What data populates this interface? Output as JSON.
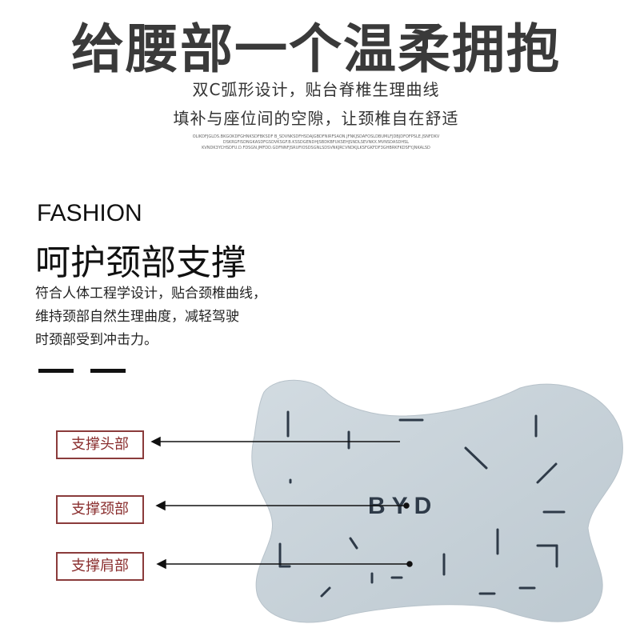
{
  "header": {
    "headline": "给腰部一个温柔拥抱",
    "subline_1": "双C弧形设计，贴台脊椎生理曲线",
    "subline_2": "填补与座位间的空隙，让颈椎自在舒适",
    "fine_print": [
      "OLIKDFJGLDS.BKGOKDFGHNKSDFBKSDF B_SDVNKSDFHSDAJGBDFNIRFSAON.JFNKJSDAFOSLDBUMLFJDBJDFOFPSLE.JSNFDKV",
      "DSKRGFISDNGKASDFGSDVKSGF.B.KSSDGENDHJSBDKBFUKSEHJSNDLSEVNKX.MVNSDASDHSL",
      "KVNDK3YCHSDFU.D.FDSGN.JMFDD.GDFNNFJSRUFIOSDSGNLSDSVNKJRCVNDKJLKSFGKFDF3GHBRKFKDSFY.JNKALSD"
    ]
  },
  "section": {
    "eyebrow": "FASHION",
    "title": "呵护颈部支撑",
    "paragraph_lines": [
      "符合人体工程学设计，贴合颈椎曲线，",
      "维持颈部自然生理曲度，减轻驾驶",
      "时颈部受到冲击力。"
    ]
  },
  "product": {
    "logo_text": "BYD",
    "pillow_color": "#c9d3da",
    "labels": {
      "head": "支撑头部",
      "neck": "支撑颈部",
      "shoulder": "支撑肩部"
    }
  },
  "colors": {
    "headline": "#3a3a3a",
    "label_border": "#8a3b3b",
    "label_text": "#8a2e2e"
  }
}
